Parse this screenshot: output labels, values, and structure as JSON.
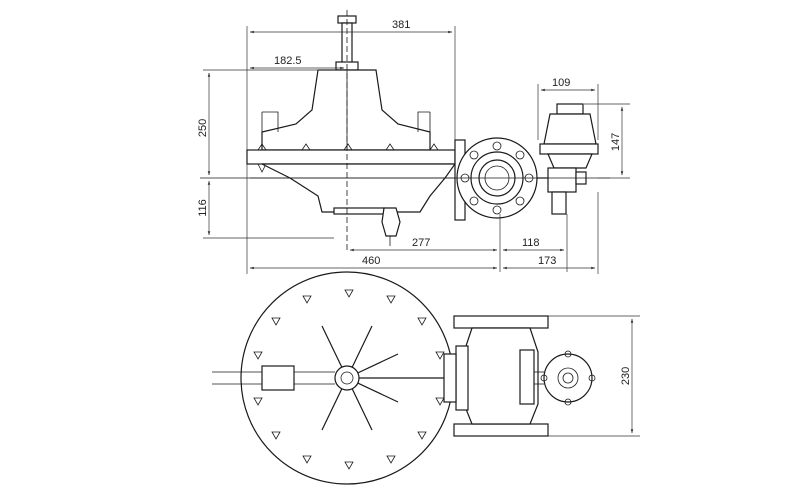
{
  "dimensions": {
    "top_width": "381",
    "half_width": "182.5",
    "upper_height": "250",
    "lower_height": "116",
    "pilot_width": "109",
    "pilot_height": "147",
    "center_to_flange": "277",
    "flange_to_pilot": "118",
    "overall_width": "460",
    "pilot_offset": "173",
    "plan_height": "230"
  },
  "colors": {
    "line": "#1a1a1a",
    "background": "#ffffff"
  }
}
